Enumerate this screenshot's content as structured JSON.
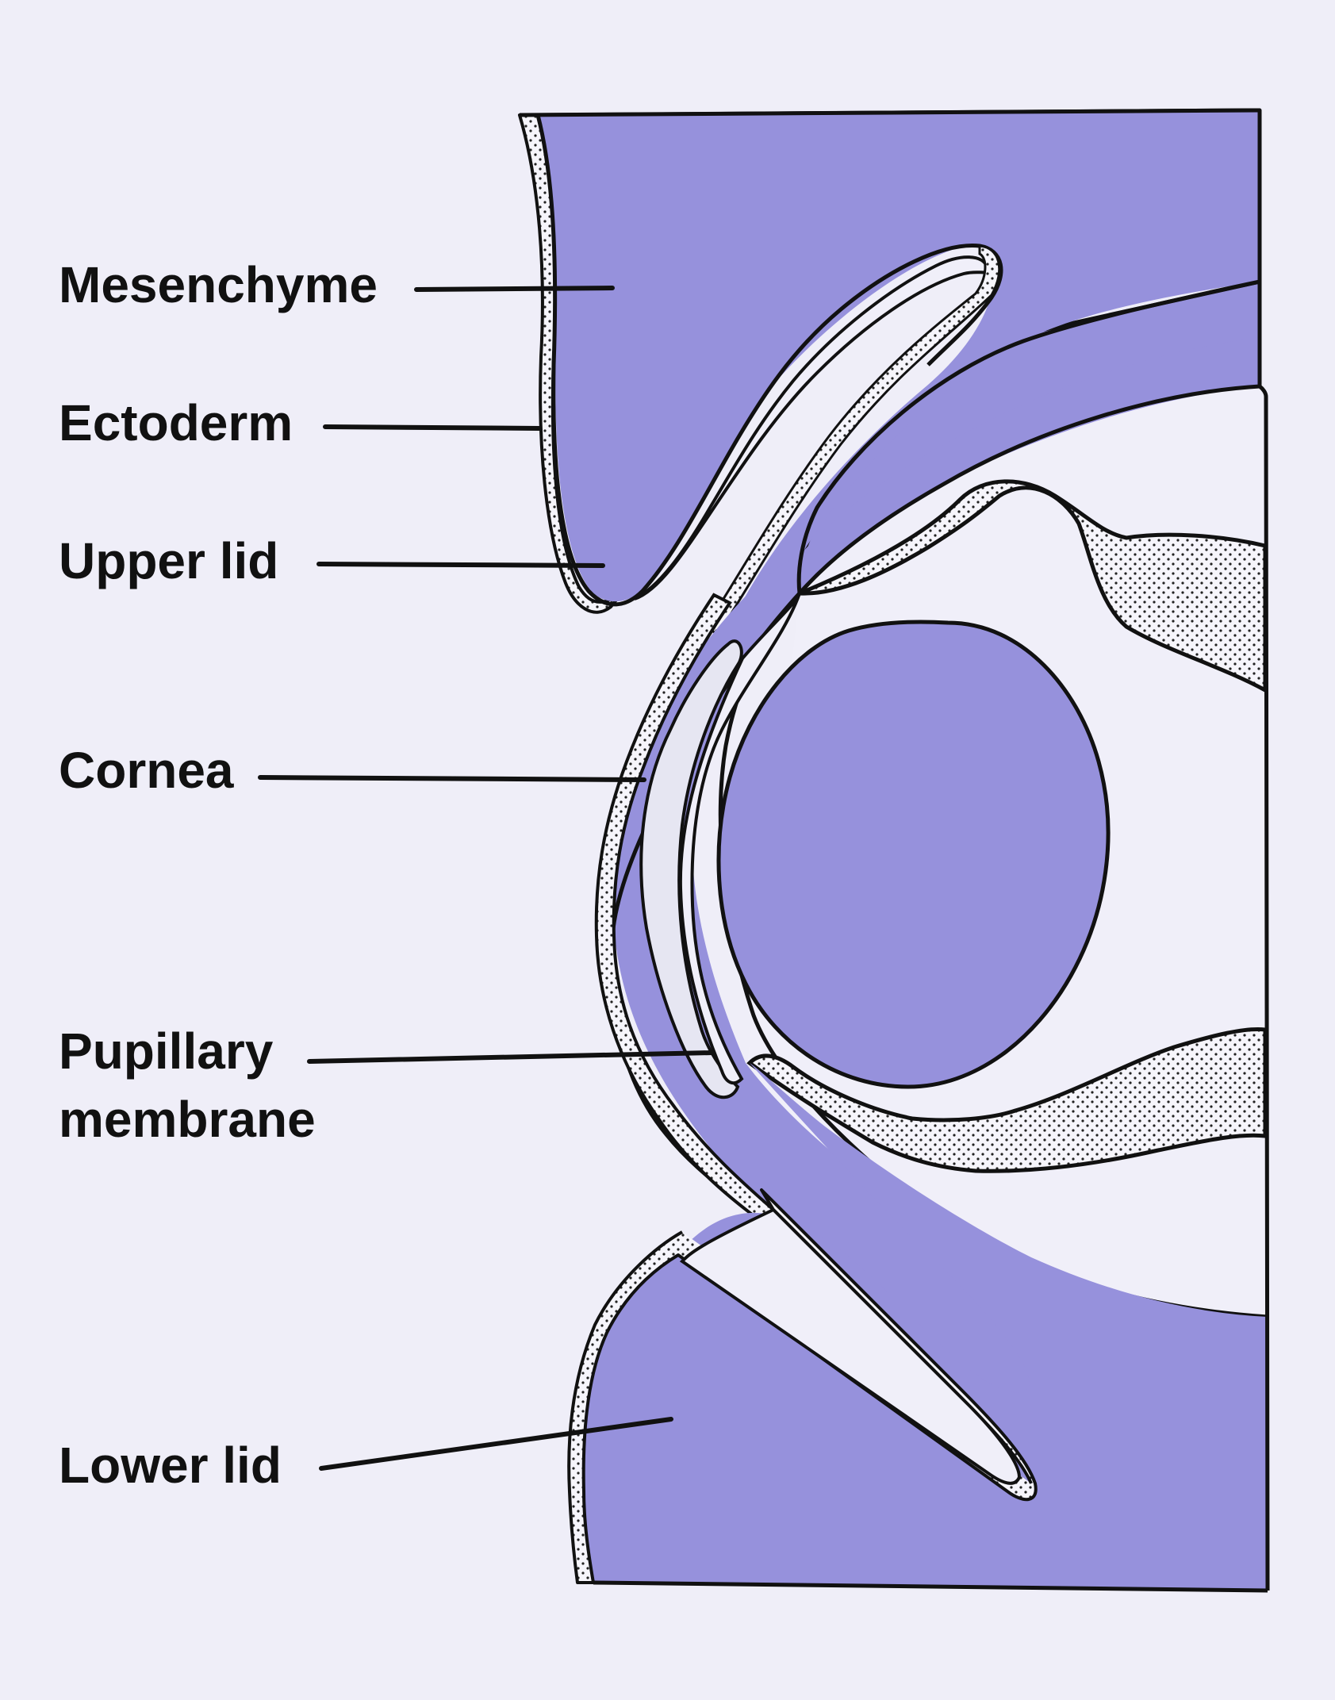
{
  "colors": {
    "background": "#efeef8",
    "mesenchyme": "#9691dc",
    "ectoderm": "#f6f5fb",
    "cavity": "#f0eff9",
    "cornea_space": "#e6e6f2",
    "outline": "#111111"
  },
  "labels": {
    "mesenchyme": "Mesenchyme",
    "ectoderm": "Ectoderm",
    "upper_lid": "Upper lid",
    "cornea": "Cornea",
    "pupillary_membrane_line1": "Pupillary",
    "pupillary_membrane_line2": "membrane",
    "lower_lid": "Lower lid"
  }
}
